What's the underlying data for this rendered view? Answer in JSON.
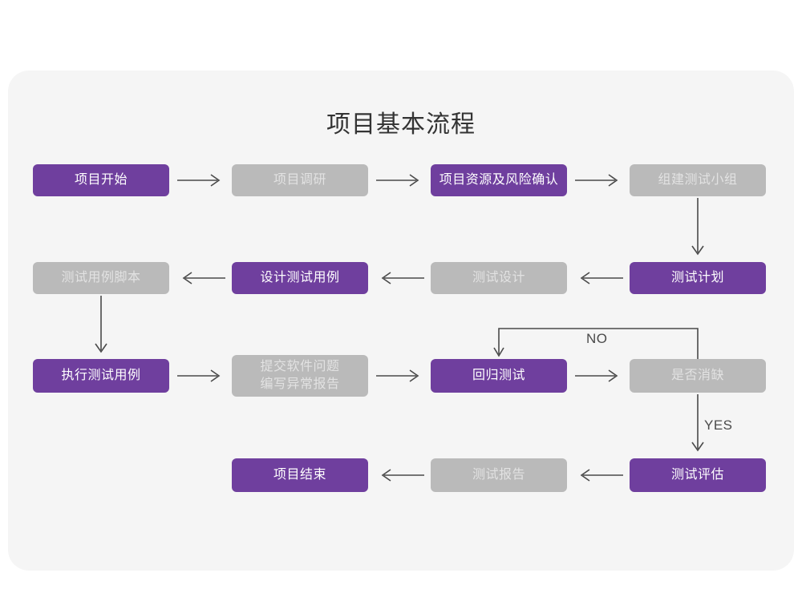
{
  "diagram": {
    "title": "项目基本流程",
    "colors": {
      "page_background": "#ffffff",
      "card_background": "#f5f5f5",
      "accent_purple": "#6f3f9e",
      "muted_gray": "#bababa",
      "gray_text": "#e2e2e2",
      "purple_text": "#ffffff",
      "connector": "#4a4a4a",
      "title_text": "#333333"
    },
    "nodes": [
      {
        "id": "n1",
        "label": "项目开始",
        "style": "purple",
        "row": 1,
        "col": 1
      },
      {
        "id": "n2",
        "label": "项目调研",
        "style": "gray",
        "row": 1,
        "col": 2
      },
      {
        "id": "n3",
        "label": "项目资源及风险确认",
        "style": "purple",
        "row": 1,
        "col": 3
      },
      {
        "id": "n4",
        "label": "组建测试小组",
        "style": "gray",
        "row": 1,
        "col": 4
      },
      {
        "id": "n5",
        "label": "测试用例脚本",
        "style": "gray",
        "row": 2,
        "col": 1
      },
      {
        "id": "n6",
        "label": "设计测试用例",
        "style": "purple",
        "row": 2,
        "col": 2
      },
      {
        "id": "n7",
        "label": "测试设计",
        "style": "gray",
        "row": 2,
        "col": 3
      },
      {
        "id": "n8",
        "label": "测试计划",
        "style": "purple",
        "row": 2,
        "col": 4
      },
      {
        "id": "n9",
        "label": "执行测试用例",
        "style": "purple",
        "row": 3,
        "col": 1
      },
      {
        "id": "n10",
        "label": "提交软件问题\n编写异常报告",
        "style": "gray",
        "row": 3,
        "col": 2
      },
      {
        "id": "n11",
        "label": "回归测试",
        "style": "purple",
        "row": 3,
        "col": 3
      },
      {
        "id": "n12",
        "label": "是否消缺",
        "style": "gray",
        "row": 3,
        "col": 4
      },
      {
        "id": "n13",
        "label": "项目结束",
        "style": "purple",
        "row": 4,
        "col": 2
      },
      {
        "id": "n14",
        "label": "测试报告",
        "style": "gray",
        "row": 4,
        "col": 3
      },
      {
        "id": "n15",
        "label": "测试评估",
        "style": "purple",
        "row": 4,
        "col": 4
      }
    ],
    "edge_labels": {
      "no": "NO",
      "yes": "YES"
    }
  }
}
